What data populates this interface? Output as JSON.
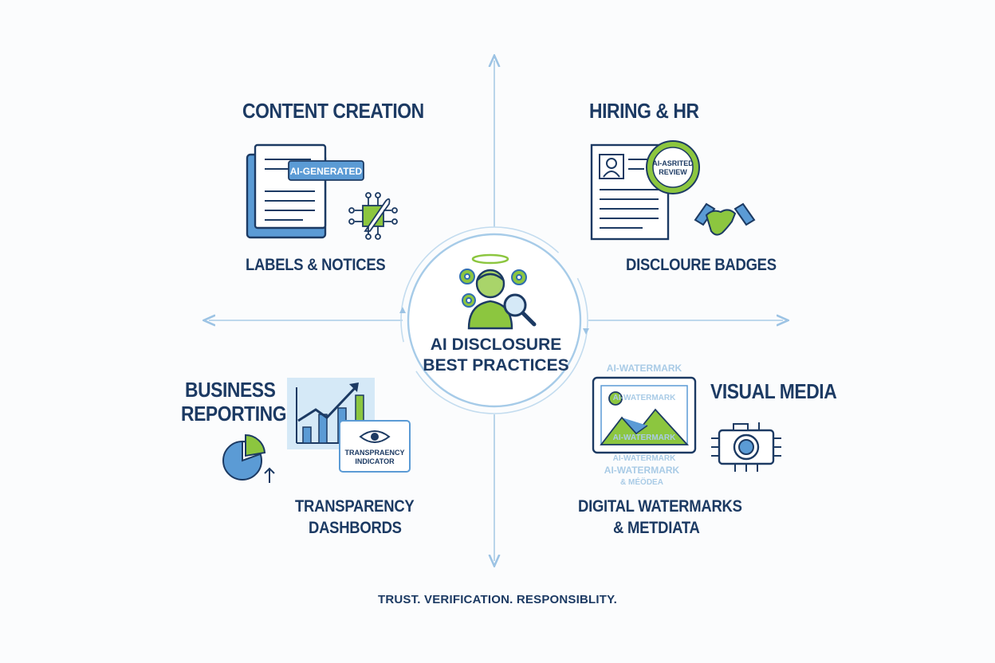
{
  "center": {
    "line1": "AI DISCLOSURE",
    "line2": "BEST PRACTICES"
  },
  "quadrants": {
    "content_creation": {
      "title": "CONTENT CREATION",
      "badge": "AI-GENERATED",
      "caption": "LABELS & NOTICES"
    },
    "hiring_hr": {
      "title": "HIRING & HR",
      "seal_line1": "AI-ASRITED",
      "seal_line2": "REVIEW",
      "caption": "DISCLOURE BADGES"
    },
    "business_reporting": {
      "title_line1": "BUSINESS",
      "title_line2": "REPORTING",
      "indicator_line1": "TRANSPRAENCY",
      "indicator_line2": "INDICATOR",
      "caption_line1": "TRANSPARENCY",
      "caption_line2": "DASHBORDS"
    },
    "visual_media": {
      "title": "VISUAL MEDIA",
      "watermarks": [
        "AI-WATERMARK",
        "AI-WATERMARK",
        "AI-WATERMARK",
        "AI-WATERMARK",
        "AI-WATERMARK",
        "& MÉÖDEA"
      ],
      "caption_line1": "DIGITAL WATERMARKS",
      "caption_line2": "& METDIATA"
    }
  },
  "tagline": "TRUST. VERIFICATION. RESPONSIBLITY.",
  "colors": {
    "navy": "#1c3a63",
    "blue": "#2f6db0",
    "light_blue": "#b9d8ef",
    "green": "#8cc63f",
    "axis": "#a9cbe6"
  }
}
